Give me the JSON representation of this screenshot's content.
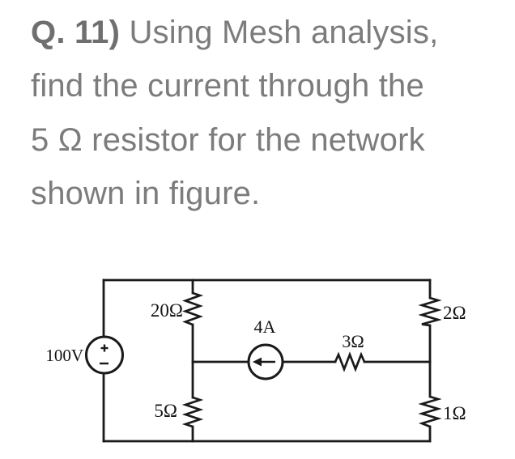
{
  "question": {
    "number_label": "Q. 11)",
    "line1_rest": " Using Mesh analysis,",
    "line2": "find the current through the",
    "line3": "5 Ω resistor for the network",
    "line4": "shown in figure."
  },
  "circuit": {
    "voltage_source": {
      "label": "100V",
      "polarity_top": "+",
      "polarity_bottom": "−"
    },
    "current_source": {
      "label": "4A",
      "direction": "left"
    },
    "resistors": {
      "r20": {
        "label": "20Ω",
        "position": "upper-middle-branch"
      },
      "r5": {
        "label": "5Ω",
        "position": "lower-middle-branch"
      },
      "r3": {
        "label": "3Ω",
        "position": "middle-horizontal"
      },
      "r2": {
        "label": "2Ω",
        "position": "upper-right-branch"
      },
      "r1": {
        "label": "1Ω",
        "position": "lower-right-branch"
      }
    },
    "colors": {
      "line": "#1a1a1a",
      "question_text": "#7c7c7c"
    }
  }
}
